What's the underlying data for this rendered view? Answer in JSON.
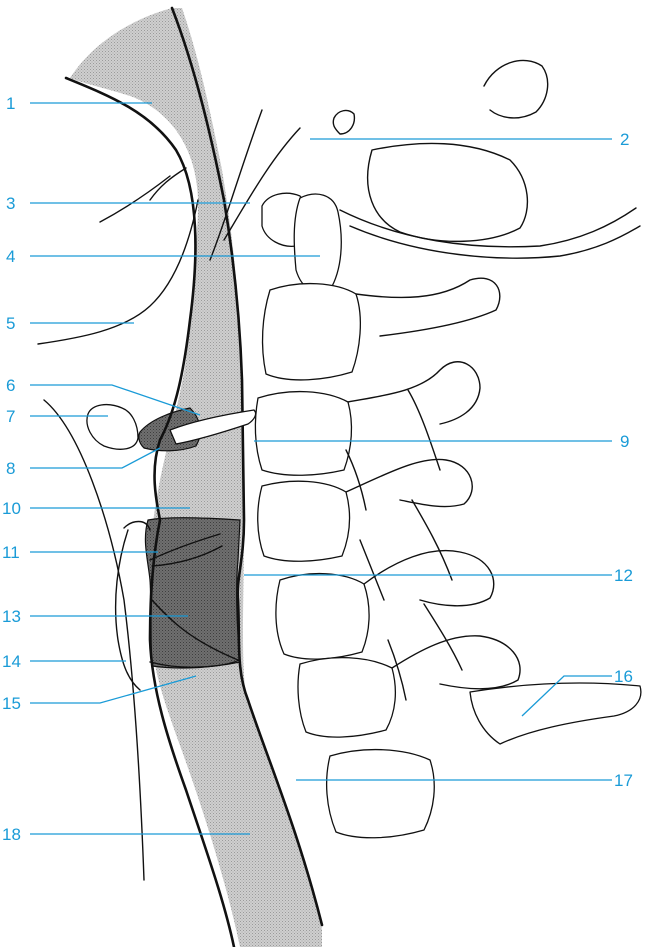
{
  "diagram": {
    "colors": {
      "label": "#1a9bd7",
      "airway": "#c9c9c9",
      "larynx": "#6e6e6e",
      "ink": "#111111"
    },
    "labels": [
      {
        "id": "1",
        "text": "1"
      },
      {
        "id": "2",
        "text": "2"
      },
      {
        "id": "3",
        "text": "3"
      },
      {
        "id": "4",
        "text": "4"
      },
      {
        "id": "5",
        "text": "5"
      },
      {
        "id": "6",
        "text": "6"
      },
      {
        "id": "7",
        "text": "7"
      },
      {
        "id": "8",
        "text": "8"
      },
      {
        "id": "9",
        "text": "9"
      },
      {
        "id": "10",
        "text": "10"
      },
      {
        "id": "11",
        "text": "11"
      },
      {
        "id": "12",
        "text": "12"
      },
      {
        "id": "13",
        "text": "13"
      },
      {
        "id": "14",
        "text": "14"
      },
      {
        "id": "15",
        "text": "15"
      },
      {
        "id": "16",
        "text": "16"
      },
      {
        "id": "17",
        "text": "17"
      },
      {
        "id": "18",
        "text": "18"
      }
    ]
  }
}
